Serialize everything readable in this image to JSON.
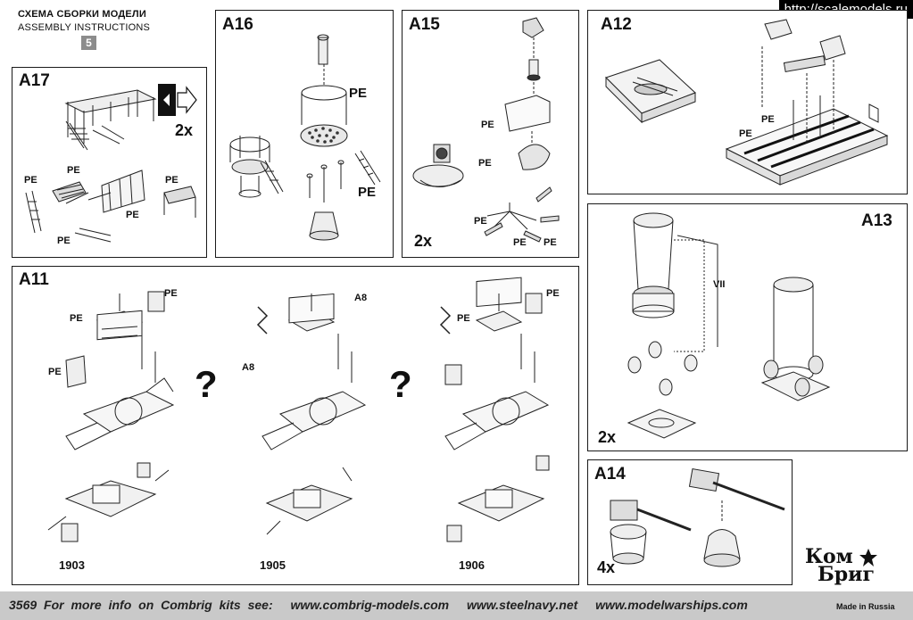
{
  "watermark": "http://scalemodels.ru",
  "header": {
    "line1": "СХЕМА СБОРКИ МОДЕЛИ",
    "line2": "ASSEMBLY INSTRUCTIONS",
    "page": "5"
  },
  "panels": {
    "a17": {
      "label": "A17",
      "mult": "2x",
      "pe": "PE"
    },
    "a16": {
      "label": "A16",
      "pe": "PE"
    },
    "a15": {
      "label": "A15",
      "mult": "2x",
      "pe": "PE"
    },
    "a12": {
      "label": "A12",
      "pe": "PE"
    },
    "a13": {
      "label": "A13",
      "mult": "2x",
      "roman": "VII"
    },
    "a11": {
      "label": "A11",
      "pe": "PE",
      "ref": "A8",
      "question": "?",
      "years": [
        "1903",
        "1905",
        "1906"
      ]
    },
    "a14": {
      "label": "A14",
      "mult": "4x"
    }
  },
  "footer": {
    "info": "3569  For more info on Combrig kits see:",
    "links": [
      "www.combrig-models.com",
      "www.steelnavy.net",
      "www.modelwarships.com"
    ]
  },
  "logo": {
    "line1": "Ком",
    "line2": "Бриг",
    "made": "Made in Russia"
  }
}
